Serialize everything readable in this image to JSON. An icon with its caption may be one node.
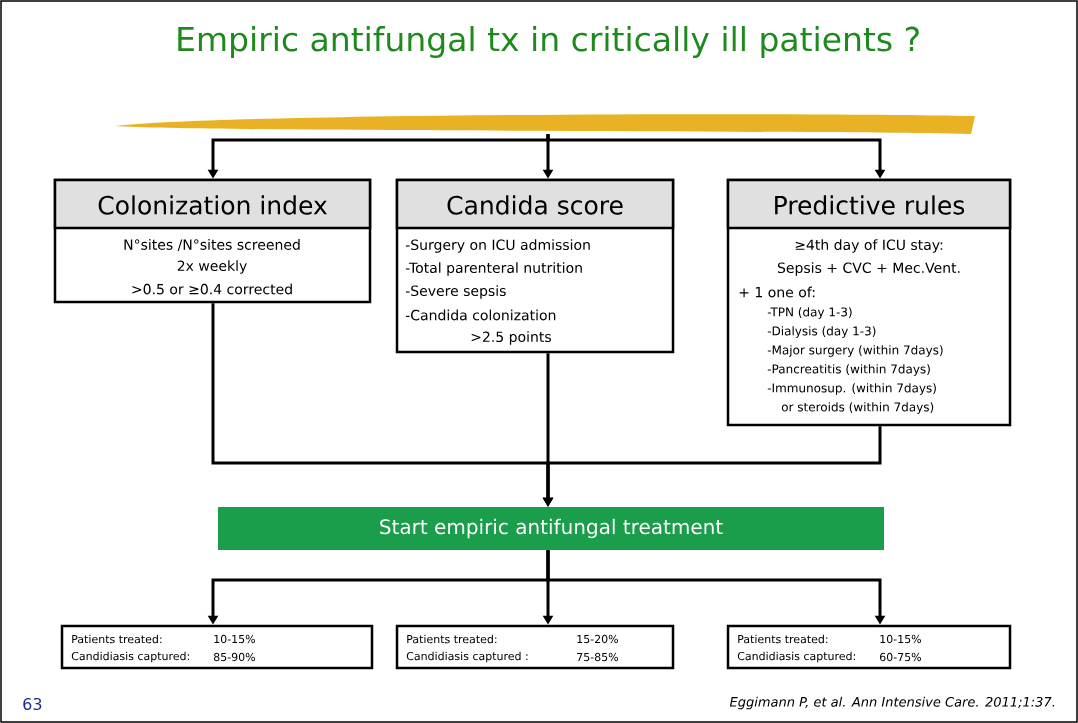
{
  "diagram": {
    "title": "Empiric antifungal tx in critically ill patients ?",
    "nodes": [
      {
        "text": [],
        "shape": "bar"
      },
      {
        "text": [
          "Colonization index",
          "N°sites /N°sites screened",
          "2x weekly",
          ">0.5 or ≥0.4 corrected"
        ]
      },
      {
        "text": [
          "Candida score",
          "-Surgery on ICU admission",
          "-Total parenteral nutrition",
          "-Severe sepsis",
          "-Candida colonization",
          ">2.5 points"
        ]
      },
      {
        "text": [
          "Predictive rules",
          "≥4th day of ICU stay:",
          "Sepsis + CVC + Mec.Vent.",
          "+ 1 one of:",
          "-TPN (day 1-3)",
          "-Dialysis (day 1-3)",
          "-Major surgery (within 7days)",
          "-Pancreatitis (within 7days)",
          "-Immunosup. (within 7days)",
          "or steroids (within 7days)"
        ]
      },
      {
        "text": [
          "Start empiric antifungal treatment"
        ]
      },
      {
        "text": [
          "Patients treated:",
          "10-15%",
          "Candidiasis captured:",
          "85-90%"
        ]
      },
      {
        "text": [
          "Patients treated:",
          "15-20%",
          "Candidiasis captured :",
          "75-85%"
        ]
      },
      {
        "text": [
          "Patients treated:",
          "10-15%",
          "Candidiasis captured:",
          "60-75%"
        ]
      }
    ],
    "edges": [
      {
        "from": 0,
        "to": 1,
        "arrow": "to"
      },
      {
        "from": 0,
        "to": 2,
        "arrow": "to"
      },
      {
        "from": 0,
        "to": 3,
        "arrow": "to"
      },
      {
        "from": 1,
        "to": 4,
        "arrow": "to"
      },
      {
        "from": 2,
        "to": 4,
        "arrow": "to"
      },
      {
        "from": 3,
        "to": 4,
        "arrow": "to"
      },
      {
        "from": 4,
        "to": 5,
        "arrow": "to"
      },
      {
        "from": 4,
        "to": 6,
        "arrow": "to"
      },
      {
        "from": 4,
        "to": 7,
        "arrow": "to"
      }
    ],
    "labels": [
      "63",
      "Eggimann P, et al. Ann Intensive Care. 2011;1:37."
    ]
  }
}
